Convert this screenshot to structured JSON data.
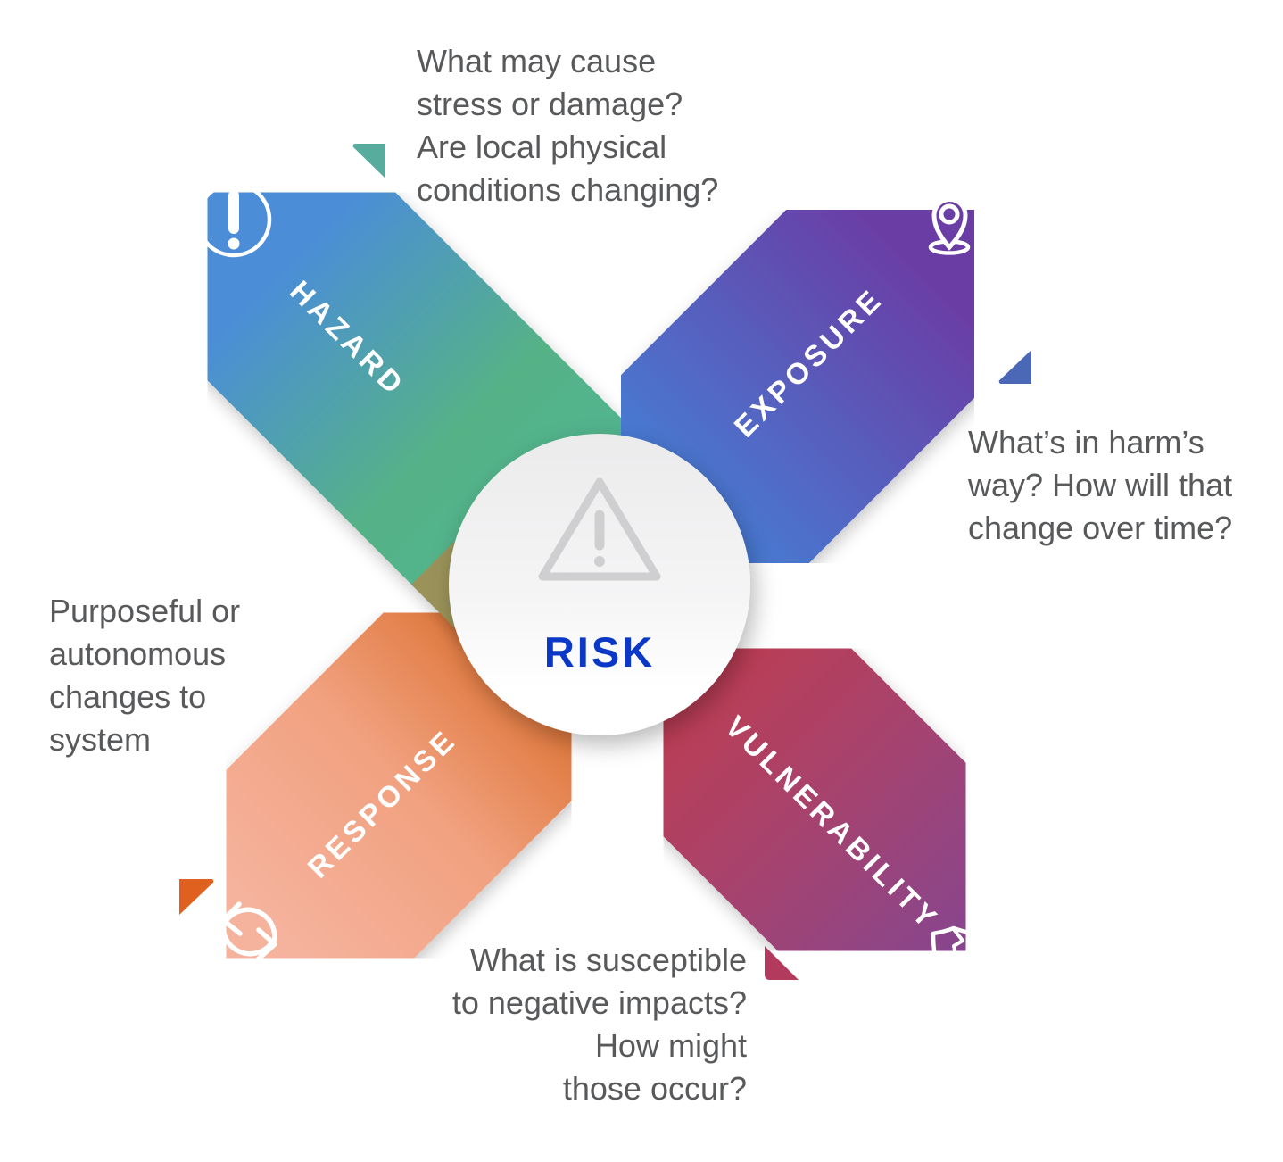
{
  "center": {
    "label": "RISK",
    "label_color": "#0B38C6",
    "icon": "warning-triangle-icon",
    "icon_color": "#CFCFD1"
  },
  "arms": [
    {
      "id": "hazard",
      "label": "HAZARD",
      "icon": "alert-circle-icon",
      "gradient": {
        "start": "#4B8ED7",
        "mid": "#55B287",
        "end": "#4EB591"
      },
      "marker_color": "#57AC9E",
      "annotation_lines": [
        "What may cause",
        "stress or damage?",
        "Are local physical",
        "conditions changing?"
      ]
    },
    {
      "id": "exposure",
      "label": "EXPOSURE",
      "icon": "location-pin-icon",
      "gradient": {
        "start": "#6A3EA5",
        "mid": "#5562C0",
        "end": "#4187DB"
      },
      "marker_color": "#4A68B6",
      "annotation_lines": [
        "What’s in harm’s",
        "way? How will that",
        "change over time?"
      ]
    },
    {
      "id": "response",
      "label": "RESPONSE",
      "icon": "sync-arrows-icon",
      "gradient": {
        "start": "#F5B29C",
        "mid": "#F1A17F",
        "deep": "#E07A40",
        "end": "#D4622D"
      },
      "marker_color": "#E0611F",
      "annotation_lines": [
        "Purposeful or",
        "autonomous",
        "changes to",
        "system"
      ]
    },
    {
      "id": "vulnerability",
      "label": "VULNERABILITY",
      "icon": "broken-shield-icon",
      "gradient": {
        "start": "#C43A48",
        "mid": "#A9436B",
        "end": "#7D4598"
      },
      "marker_color": "#B23A5C",
      "annotation_lines": [
        "What is susceptible",
        "to negative impacts?",
        "How might",
        "those occur?"
      ]
    }
  ],
  "overlap_color": "#9A9259",
  "annotation_text_color": "#58595B"
}
